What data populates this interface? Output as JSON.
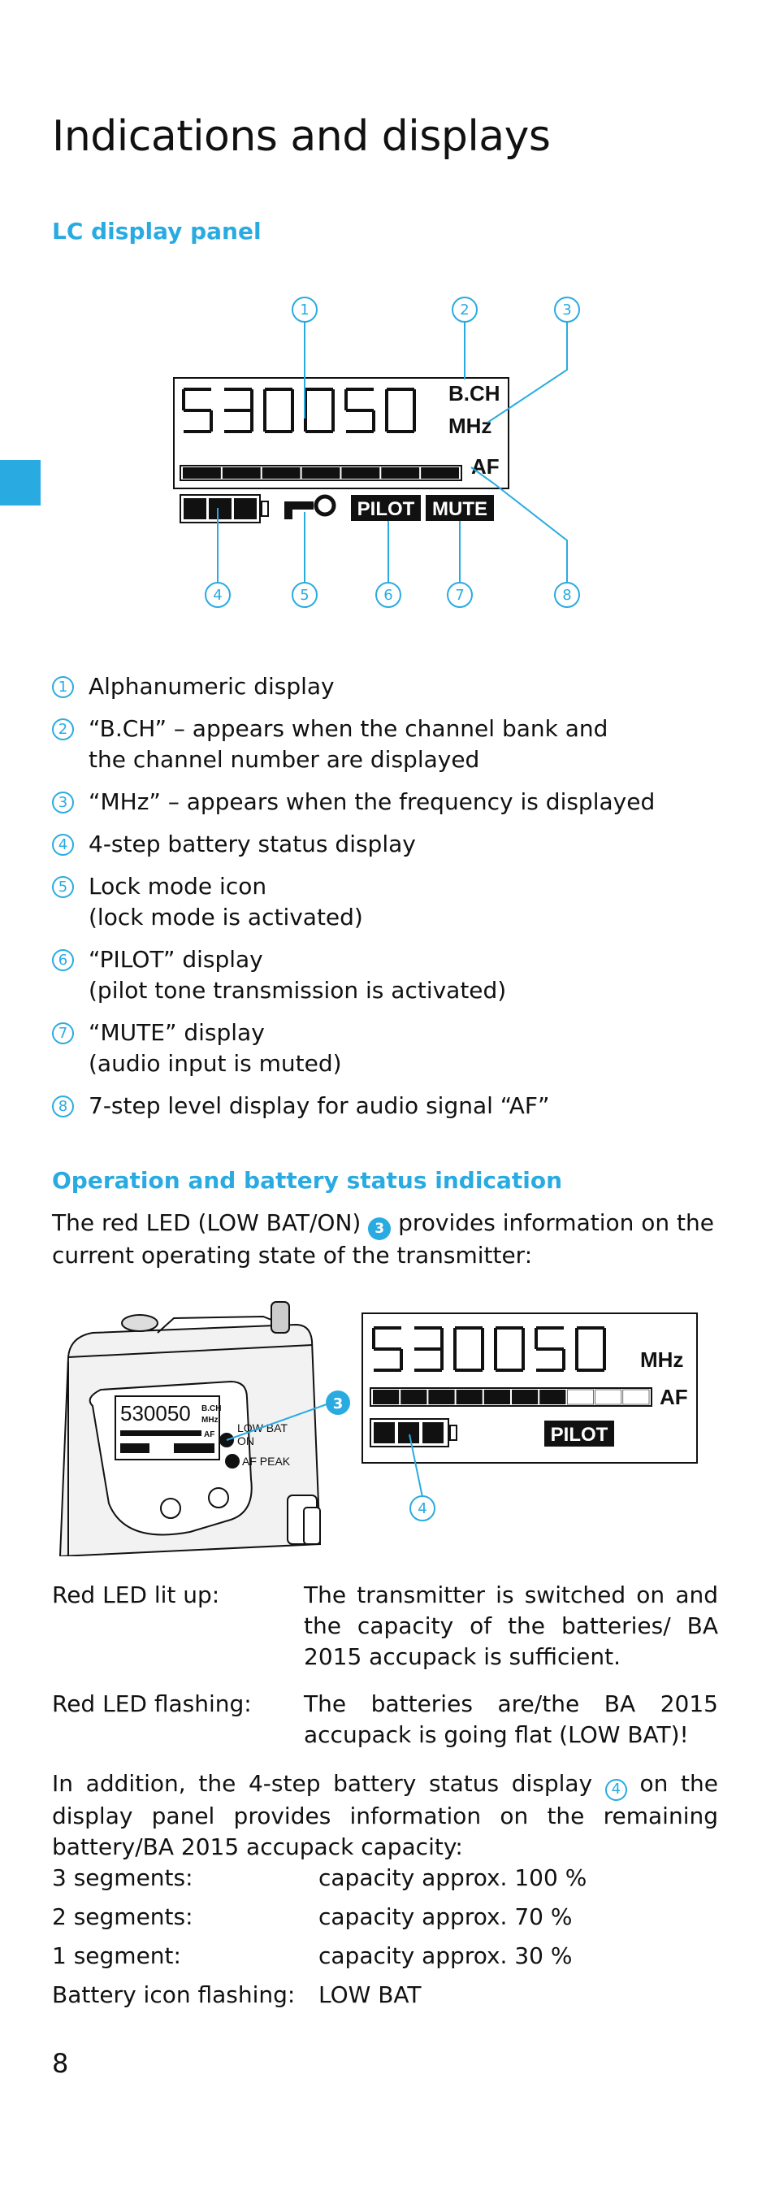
{
  "heading": "Indications and displays",
  "lc_section": {
    "subheading": "LC display panel",
    "display": {
      "digits": "530050",
      "bch": "B.CH",
      "mhz": "MHz",
      "af": "AF",
      "pilot": "PILOT",
      "mute": "MUTE",
      "callouts": [
        "1",
        "2",
        "3",
        "4",
        "5",
        "6",
        "7",
        "8"
      ]
    },
    "legend": [
      {
        "num": "1",
        "lines": [
          "Alphanumeric display"
        ]
      },
      {
        "num": "2",
        "lines": [
          "“B.CH” – appears when the channel bank and",
          "the channel number are displayed"
        ]
      },
      {
        "num": "3",
        "lines": [
          "“MHz” – appears when the frequency is displayed"
        ]
      },
      {
        "num": "4",
        "lines": [
          "4-step battery status display"
        ]
      },
      {
        "num": "5",
        "lines": [
          "Lock mode icon",
          "(lock mode is activated)"
        ]
      },
      {
        "num": "6",
        "lines": [
          "“PILOT” display",
          "(pilot tone transmission is activated)"
        ]
      },
      {
        "num": "7",
        "lines": [
          "“MUTE” display",
          "(audio input is muted)"
        ]
      },
      {
        "num": "8",
        "lines": [
          "7-step level display for audio signal “AF”"
        ]
      }
    ]
  },
  "operation_section": {
    "subheading": "Operation and battery status indication",
    "intro_before": "The red LED (LOW BAT/ON)",
    "intro_ref": "3",
    "intro_after": "provides information on the current operating state of the transmitter:",
    "device": {
      "led_labels": [
        "LOW BAT",
        "ON",
        "AF PEAK"
      ],
      "mini_digits": "530050",
      "mini_bch": "B.CH",
      "mini_mhz": "MHz",
      "mini_af": "AF",
      "led_callout": "3",
      "battery_callout": "4",
      "display_digits": "530050",
      "display_mhz": "MHz",
      "display_af": "AF",
      "display_pilot": "PILOT",
      "af_level": 0.7,
      "battery_segments": 3
    },
    "led_states": [
      {
        "label": "Red LED lit up:",
        "description": "The transmitter is switched on and the capacity of the batteries/ BA 2015 accupack is sufficient."
      },
      {
        "label": "Red LED flashing:",
        "description": "The batteries are/the BA 2015 accupack is going flat (LOW BAT)!"
      }
    ],
    "addition_before": "In addition, the 4-step battery status display",
    "addition_ref": "4",
    "addition_after": "on the display panel provides information on the remaining battery/BA 2015 accupack capacity:",
    "capacity": [
      {
        "label": "3 segments:",
        "value": "capacity approx. 100 %"
      },
      {
        "label": "2 segments:",
        "value": "capacity approx. 70 %"
      },
      {
        "label": "1 segment:",
        "value": "capacity approx. 30 %"
      },
      {
        "label": "Battery icon flashing:",
        "value": "LOW BAT"
      }
    ]
  },
  "page_number": "8",
  "colors": {
    "accent": "#29abe2",
    "text": "#111111",
    "lcd_black": "#111111"
  }
}
